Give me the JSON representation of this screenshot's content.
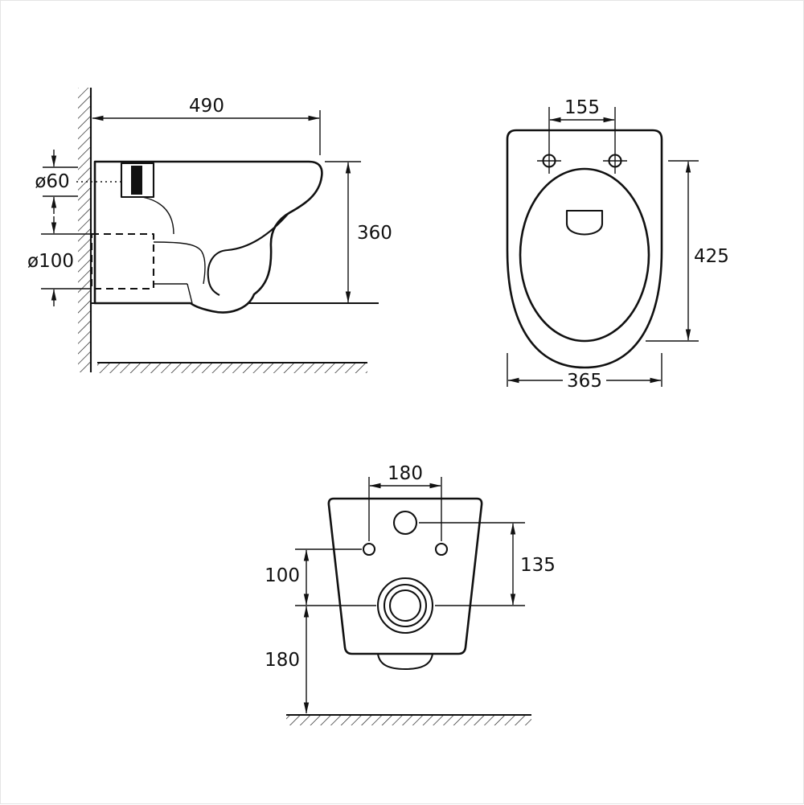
{
  "drawing": {
    "side_view": {
      "width": "490",
      "height": "360",
      "inlet_diameter": "ø60",
      "outlet_diameter": "ø100"
    },
    "top_view": {
      "hole_spacing": "155",
      "depth": "425",
      "width": "365"
    },
    "rear_view": {
      "hole_spacing": "180",
      "inlet_to_drain": "135",
      "holes_to_drain": "100",
      "drain_height": "180"
    }
  }
}
